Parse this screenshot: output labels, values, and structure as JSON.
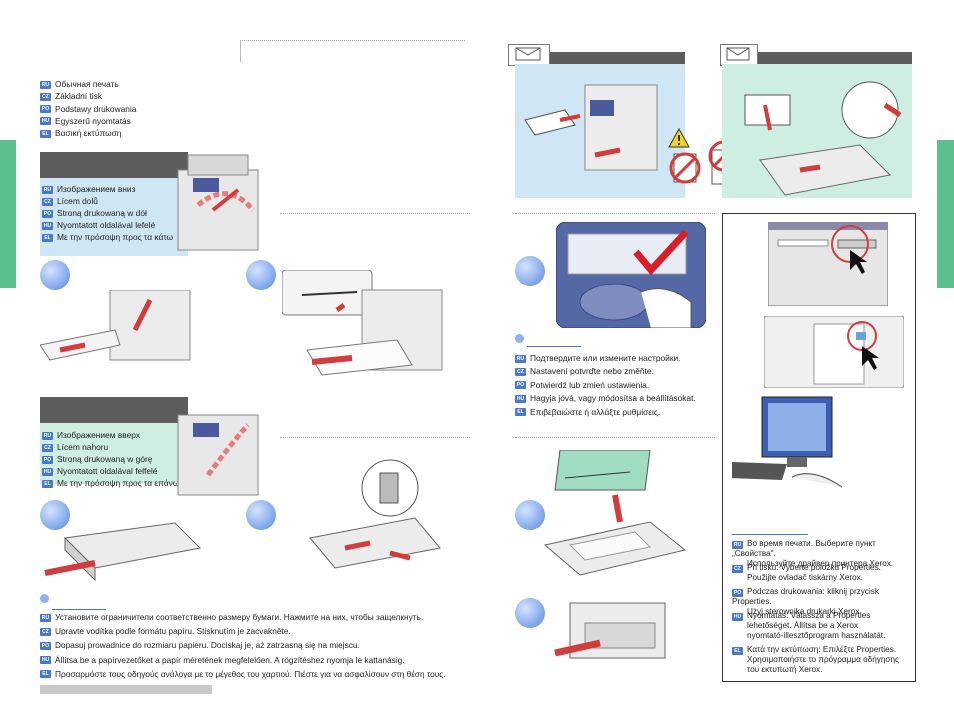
{
  "section_print": {
    "lines": [
      {
        "code": "RU",
        "text": "Обычная печать"
      },
      {
        "code": "CZ",
        "text": "Základní tisk"
      },
      {
        "code": "PO",
        "text": "Podstawy drukowania"
      },
      {
        "code": "HU",
        "text": "Egyszerű nyomtatás"
      },
      {
        "code": "EL",
        "text": "Βασική εκτύπωση"
      }
    ]
  },
  "face_down": {
    "lines": [
      {
        "code": "RU",
        "text": "Изображением вниз"
      },
      {
        "code": "CZ",
        "text": "Lícem dolů"
      },
      {
        "code": "PO",
        "text": "Stroną drukowaną w dół"
      },
      {
        "code": "HU",
        "text": "Nyomtatott oldalával lefelé"
      },
      {
        "code": "EL",
        "text": "Με την πρόσοψη προς τα κάτω"
      }
    ]
  },
  "face_up": {
    "lines": [
      {
        "code": "RU",
        "text": "Изображением вверх"
      },
      {
        "code": "CZ",
        "text": "Lícem nahoru"
      },
      {
        "code": "PO",
        "text": "Stroną drukowaną w górę"
      },
      {
        "code": "HU",
        "text": "Nyomtatott oldalával felfelé"
      },
      {
        "code": "EL",
        "text": "Με την πρόσοψη προς τα επάνω"
      }
    ]
  },
  "guides": {
    "lines": [
      {
        "code": "RU",
        "text": "Установите ограничители соответственно размеру бумаги. Нажмите на них, чтобы защелкнуть."
      },
      {
        "code": "CZ",
        "text": "Upravte vodítka podle formátu papíru. Stisknutím je zacvakněte."
      },
      {
        "code": "PO",
        "text": "Dopasuj prowadnice do rozmiaru papieru. Dociskaj je, aż zatrzasną się na miejscu."
      },
      {
        "code": "HU",
        "text": "Állítsa be a papírvezetőket a papír méretének megfelelően. A rögzítéshez nyomja le kattanásig."
      },
      {
        "code": "EL",
        "text": "Προσαρμόστε τους οδηγούς ανάλογα με το μέγεθος του χαρτιού. Πιέστε για να ασφαλίσουν στη θέση τους."
      }
    ]
  },
  "confirm": {
    "lines": [
      {
        "code": "RU",
        "text": "Подтвердите или измените настройки."
      },
      {
        "code": "CZ",
        "text": "Nastavení potvrďte nebo změňte."
      },
      {
        "code": "PO",
        "text": "Potwierdź lub zmień ustawienia."
      },
      {
        "code": "HU",
        "text": "Hagyja jóvá, vagy módosítsa a beállításokat."
      },
      {
        "code": "EL",
        "text": "Επιβεβαιώστε ή αλλάξτε ρυθμίσεις."
      }
    ]
  },
  "driver": {
    "lines": [
      {
        "code": "RU",
        "text": "Во время печати. Выберите пункт „Свойства\".",
        "text2": "Используйте драйвер принтера Xerox."
      },
      {
        "code": "CZ",
        "text": "Při tisku: Vyberte položku Properties.",
        "text2": "Použijte ovladač tiskárny Xerox."
      },
      {
        "code": "PO",
        "text": "Podczas drukowania: kliknij przycisk Properties.",
        "text2": "Użyj sterownika drukarki Xerox."
      },
      {
        "code": "HU",
        "text": "Nyomtatás: Válassza a Properties",
        "text2": "lehetőséget. Állítsa be a Xerox",
        "text3": "nyomtató-illesztőprogram használatát."
      },
      {
        "code": "EL",
        "text": "Κατά την εκτύπωση: Επιλέξτε Properties.",
        "text2": "Χρησιμοποιήστε το πρόγραμμα οδήγησης",
        "text3": "του εκτυπωτή Xerox."
      }
    ]
  },
  "colors": {
    "accent_blue": "#4a78c8",
    "green_tab": "#5cc08e",
    "dark_bar": "#5d5d5d",
    "light_blue": "#cfe7f4",
    "mint": "#cdeee0"
  },
  "icons": [
    "envelope-icon",
    "warning-icon",
    "no-envelope-icon",
    "check-icon",
    "hand-icon",
    "computer-icon",
    "cursor-icon"
  ]
}
